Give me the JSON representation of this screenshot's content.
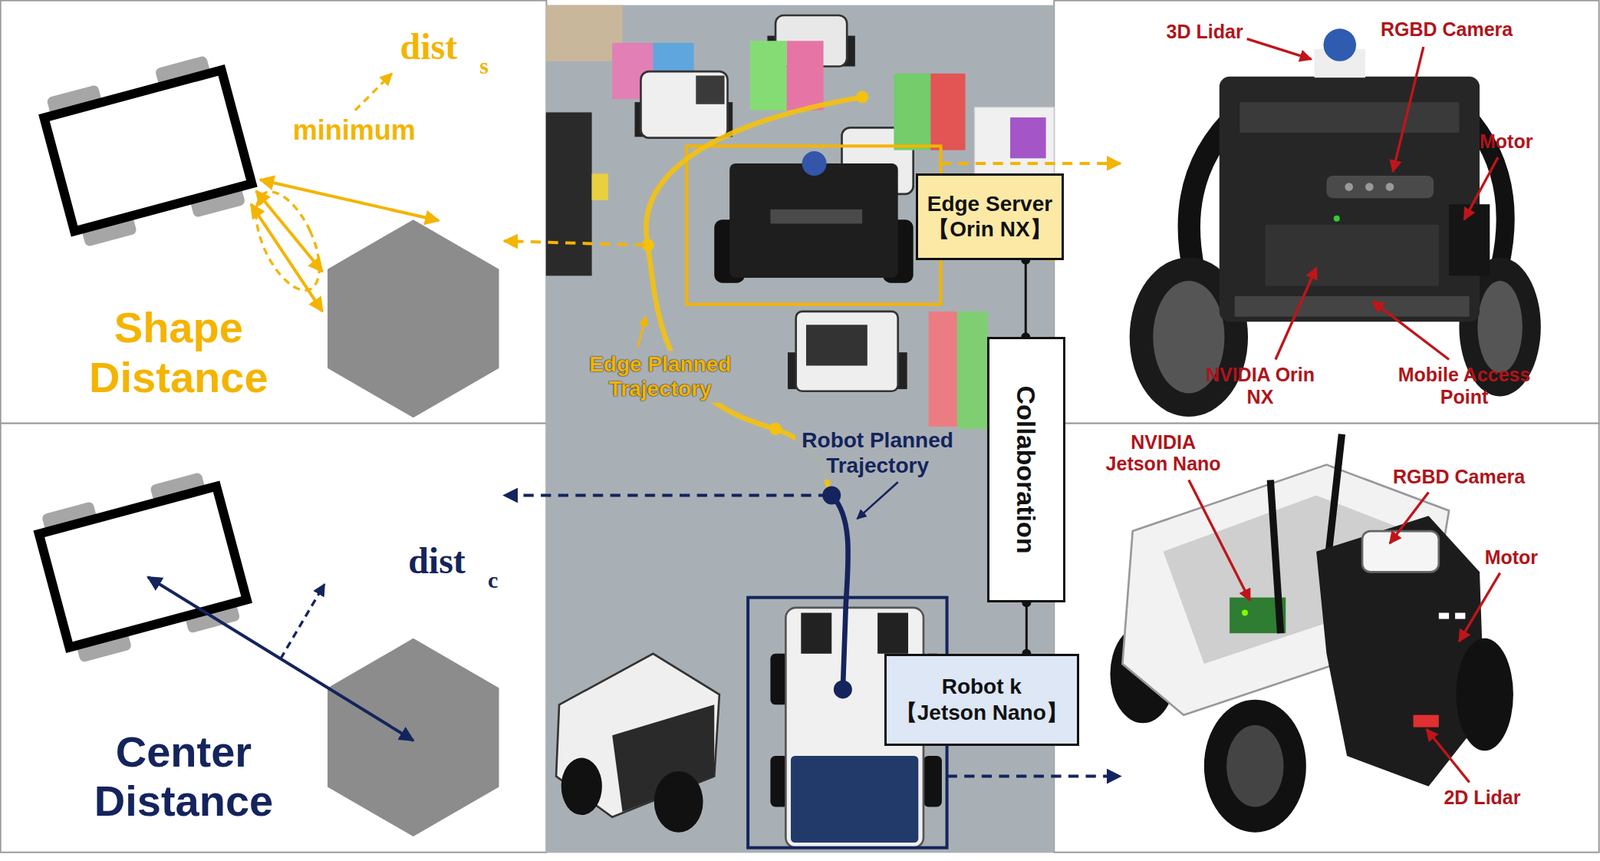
{
  "diagram": {
    "nodes": [
      {
        "text": [
          "Edge Server",
          "【Orin NX】"
        ]
      },
      {
        "text": [
          "Collaboration"
        ]
      },
      {
        "text": [
          "Robot k",
          "【Jetson Nano】"
        ]
      }
    ],
    "edges": [
      {
        "from": 0,
        "to": 1,
        "arrow": "none"
      },
      {
        "from": 1,
        "to": 2,
        "arrow": "none"
      }
    ],
    "labels": [
      "dist",
      "s",
      "minimum",
      "Shape Distance",
      "dist",
      "c",
      "Center Distance",
      "Edge Planned Trajectory",
      "Robot Planned Trajectory",
      "3D Lidar",
      "RGBD Camera",
      "Motor",
      "NVIDIA Orin NX",
      "Mobile Access Point",
      "NVIDIA Jetson Nano",
      "RGBD Camera",
      "Motor",
      "2D Lidar"
    ]
  }
}
